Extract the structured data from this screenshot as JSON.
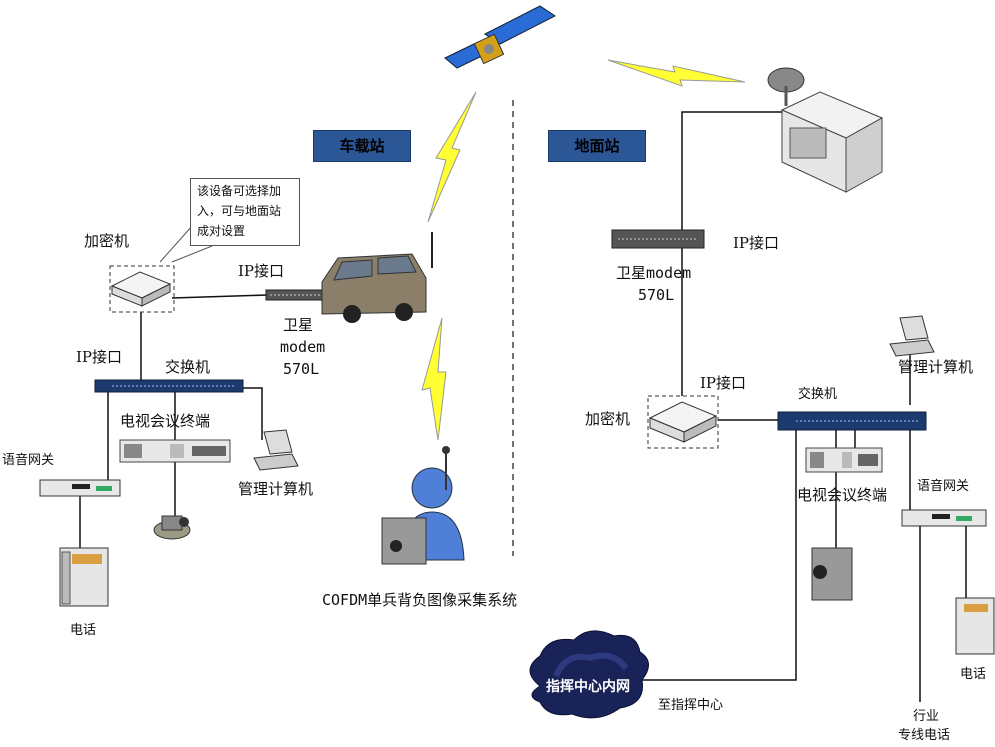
{
  "stations": {
    "vehicle": "车载站",
    "ground": "地面站"
  },
  "callout": {
    "lines": [
      "该设备可选择加",
      "入，可与地面站",
      "成对设置"
    ]
  },
  "vehicle": {
    "encryptor": "加密机",
    "ip_interface_top": "IP接口",
    "ip_interface_left": "IP接口",
    "modem_line1": "卫星",
    "modem_line2": "modem",
    "modem_line3": "570L",
    "switch": "交换机",
    "video_terminal": "电视会议终端",
    "voice_gateway": "语音网关",
    "mgmt_pc": "管理计算机",
    "phone": "电话"
  },
  "soldier": {
    "label": "COFDM单兵背负图像采集系统"
  },
  "ground": {
    "ip_interface_modem": "IP接口",
    "modem_line1": "卫星modem",
    "modem_line2": "570L",
    "ip_interface_enc": "IP接口",
    "encryptor": "加密机",
    "switch": "交换机",
    "mgmt_pc": "管理计算机",
    "video_terminal": "电视会议终端",
    "voice_gateway": "语音网关",
    "phone": "电话",
    "cloud": "指挥中心内网",
    "to_center": "至指挥中心",
    "dedicated_line1": "行业",
    "dedicated_line2": "专线电话"
  }
}
